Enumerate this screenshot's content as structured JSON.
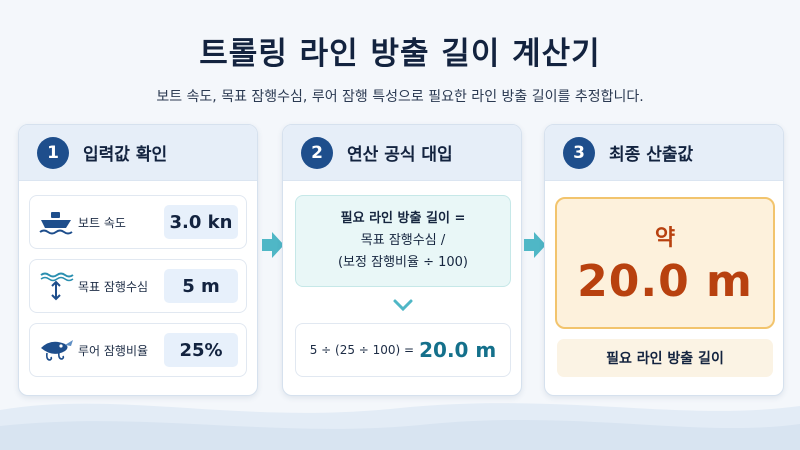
{
  "header": {
    "title": "트롤링 라인 방출 길이 계산기",
    "subtitle": "보트 속도, 목표 잠행수심, 루어 잠행 특성으로 필요한 라인 방출 길이를 추정합니다."
  },
  "steps": [
    {
      "number": "1",
      "title": "입력값 확인",
      "inputs": [
        {
          "icon": "boat-icon",
          "label": "보트 속도",
          "value": "3.0 kn"
        },
        {
          "icon": "depth-icon",
          "label": "목표 잠행수심",
          "value": "5 m"
        },
        {
          "icon": "lure-icon",
          "label": "루어 잠행비율",
          "value": "25%"
        }
      ]
    },
    {
      "number": "2",
      "title": "연산 공식 대입",
      "formula": {
        "line1": "필요 라인 방출 길이 =",
        "line2": "목표 잠행수심 /",
        "line3": "(보정 잠행비율 ÷ 100)"
      },
      "calculation": {
        "expression": "5 ÷ (25 ÷ 100) =",
        "result": "20.0 m"
      }
    },
    {
      "number": "3",
      "title": "최종 산출값",
      "approx": "약",
      "value": "20.0 m",
      "label": "필요 라인 방출 길이"
    }
  ],
  "colors": {
    "accent": "#1e4e8c",
    "teal": "#3fb3c2",
    "result": "#b8410f",
    "result_bg": "#fdf1dc"
  }
}
